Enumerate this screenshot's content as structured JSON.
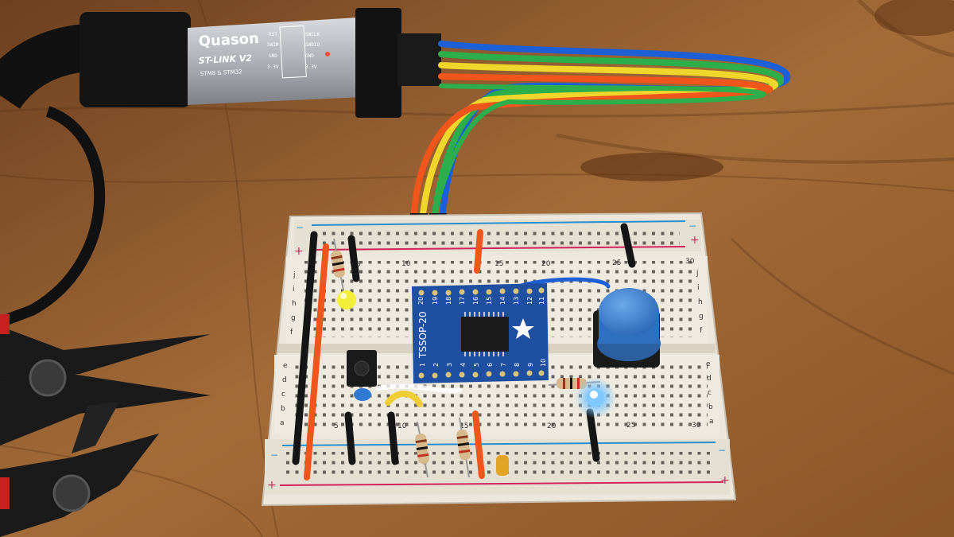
{
  "programmer": {
    "brand": "Quason",
    "model": "ST-LINK V2",
    "subtitle": "STM8 & STM32",
    "pins_left": [
      "RST",
      "SWIM",
      "GND",
      "3.3V"
    ],
    "pins_right": [
      "SWCLK",
      "SWDIO",
      "GND",
      "3.3V"
    ]
  },
  "breakout": {
    "label": "TSSOP-20",
    "top_pins": [
      "20",
      "19",
      "18",
      "17",
      "16",
      "15",
      "14",
      "13",
      "12",
      "11"
    ],
    "bottom_pins": [
      "1",
      "2",
      "3",
      "4",
      "5",
      "6",
      "7",
      "8",
      "9",
      "10"
    ]
  },
  "breadboard": {
    "column_numbers_top": [
      "5",
      "10",
      "15",
      "20",
      "25",
      "30"
    ],
    "column_numbers_bottom": [
      "5",
      "10",
      "15",
      "20",
      "25",
      "30"
    ],
    "row_letters_upper": [
      "j",
      "i",
      "h",
      "g",
      "f"
    ],
    "row_letters_lower": [
      "e",
      "d",
      "c",
      "b",
      "a"
    ],
    "rail_plus": "+",
    "rail_minus": "−"
  },
  "colors": {
    "wood": "#8a5a30",
    "breadboard": "#ece7dc",
    "pcb": "#1f4fa0",
    "wire_red": "#f0551c",
    "wire_black": "#151515",
    "wire_blue": "#1d5fd6",
    "led_yellow": "#f2ee3a",
    "led_blue": "#7fc8ff",
    "button_cap": "#3a82d0"
  },
  "ribbon_colors": [
    "#1d5fd6",
    "#2cae4a",
    "#f0d62a",
    "#f0551c",
    "#2cae4a",
    "#1d5fd6"
  ]
}
